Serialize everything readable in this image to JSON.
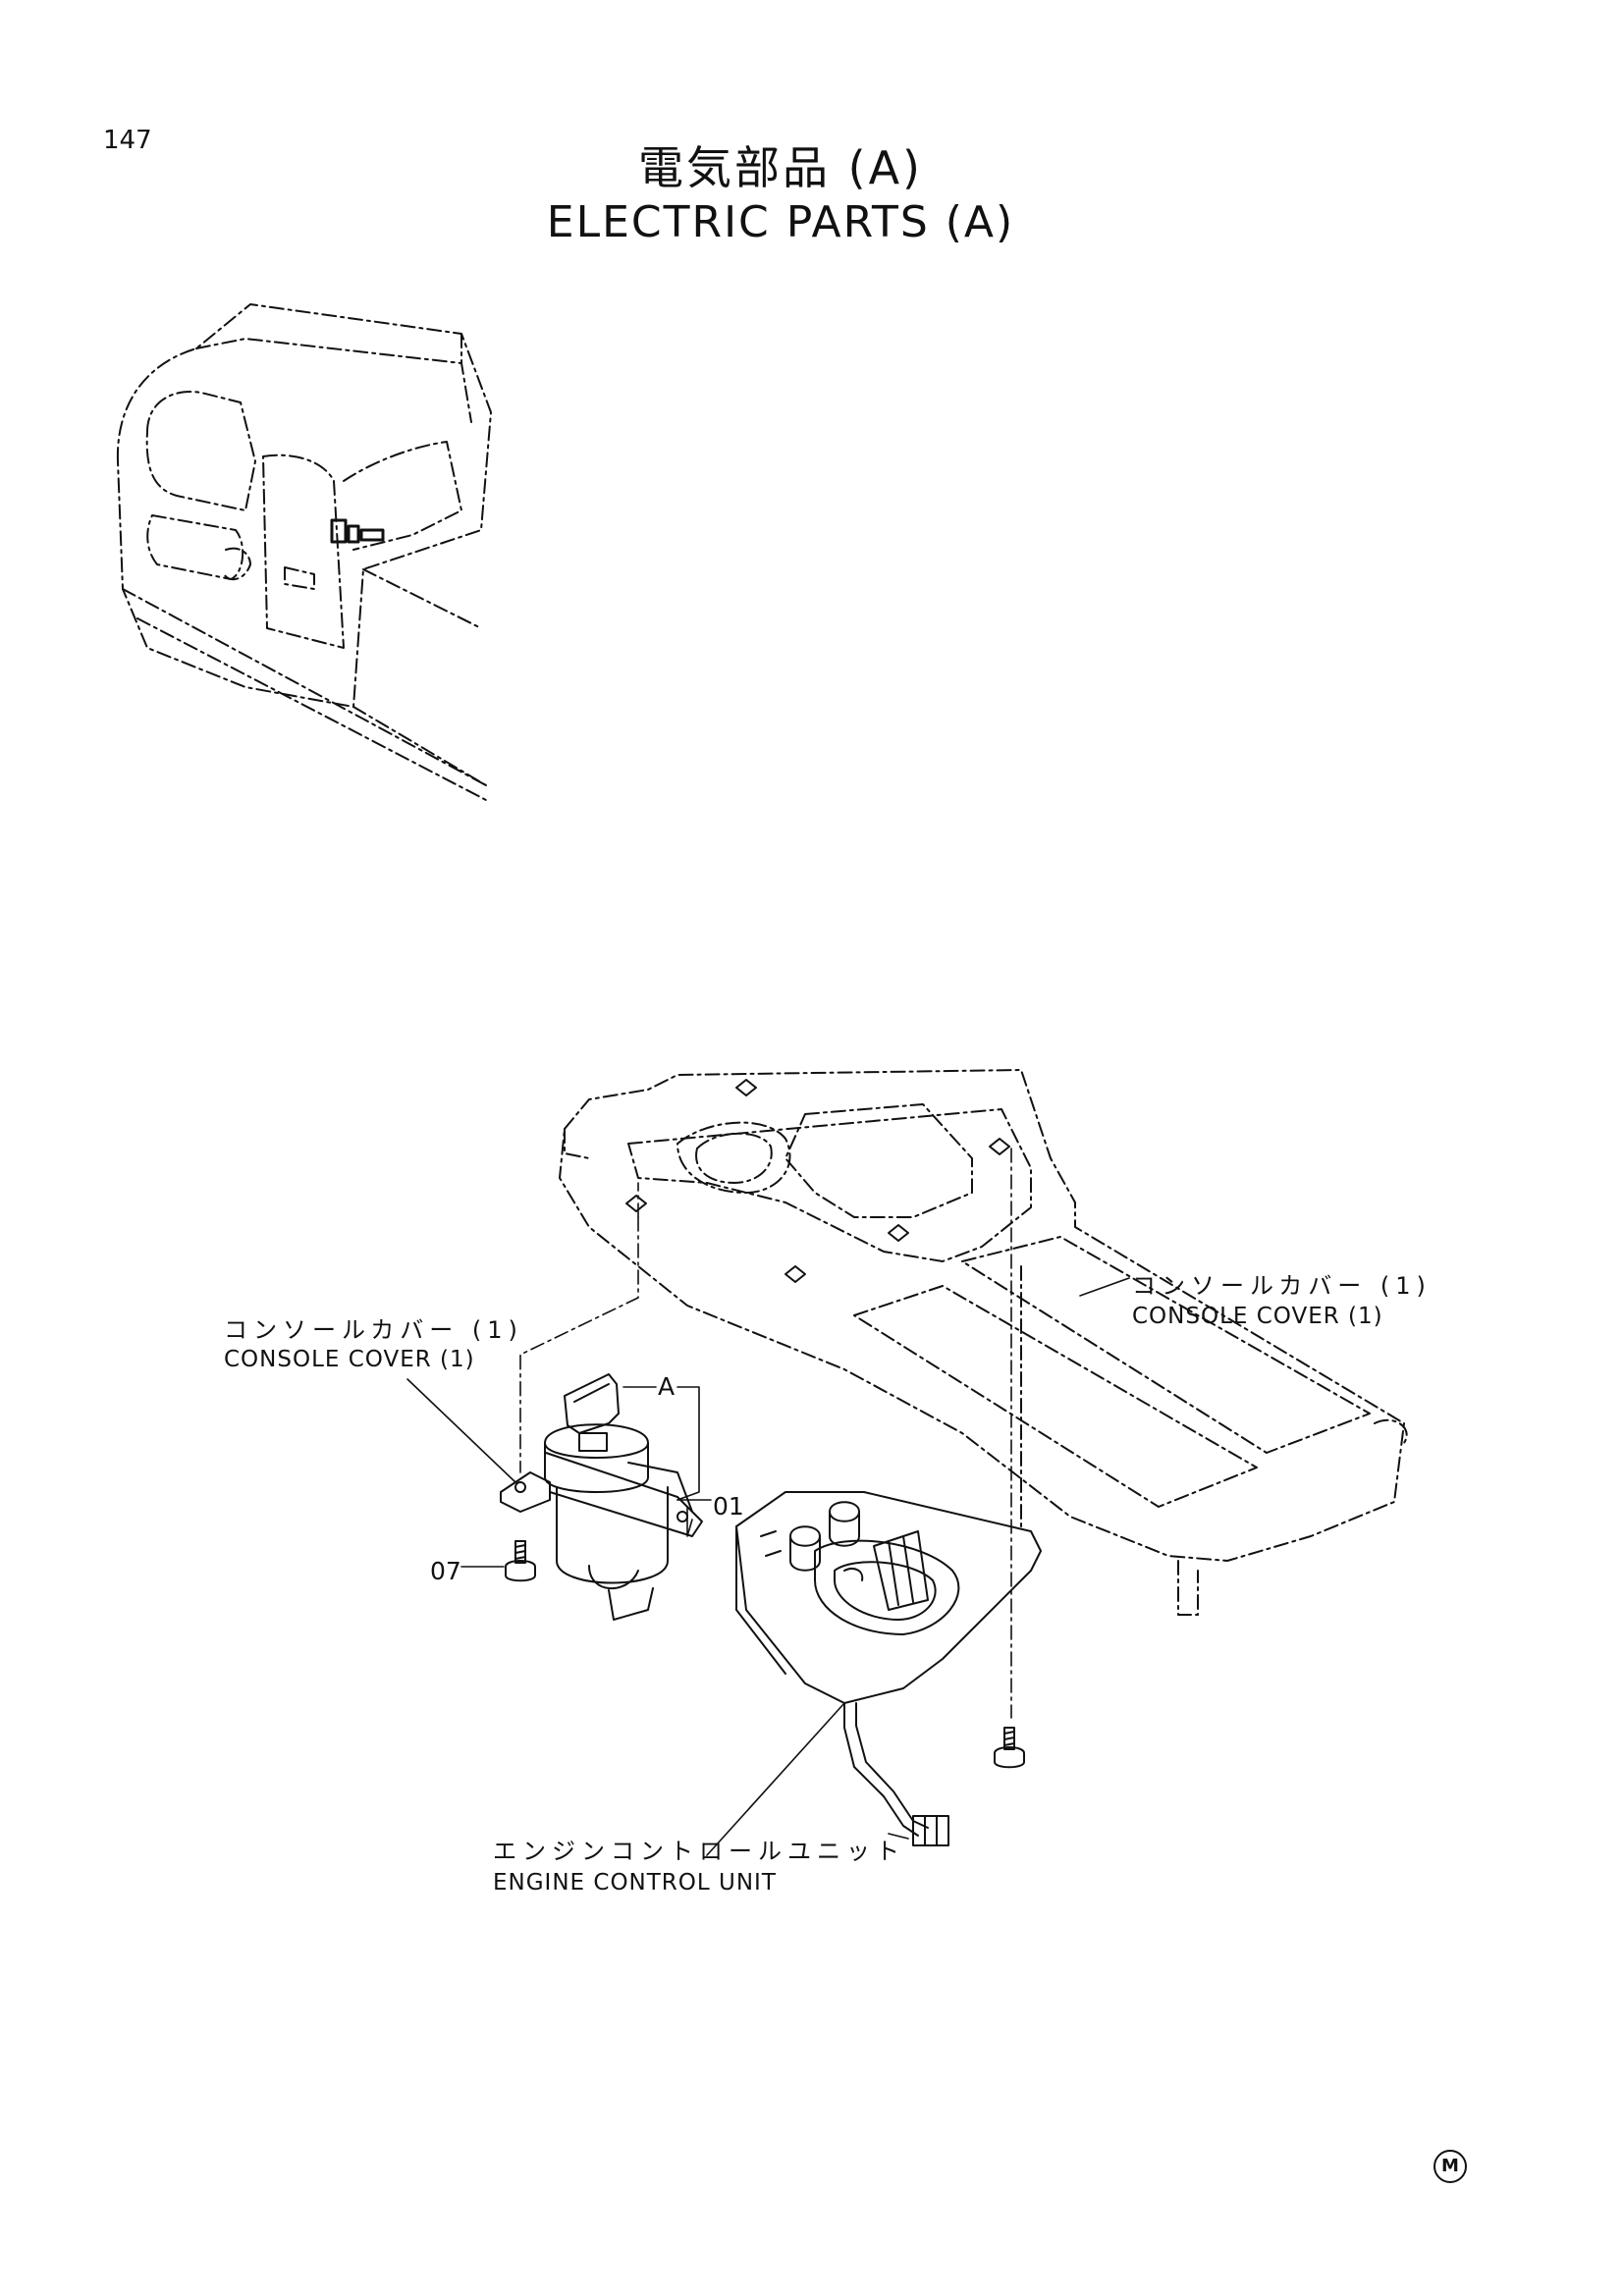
{
  "page": {
    "number": "147"
  },
  "title": {
    "jp": "電気部品 (A)",
    "en": "ELECTRIC PARTS (A)"
  },
  "labels": {
    "console_cover_left": {
      "jp": "コンソールカバー (1)",
      "en": "CONSOLE COVER (1)"
    },
    "console_cover_right": {
      "jp": "コンソールカバー (1)",
      "en": "CONSOLE COVER (1)"
    },
    "engine_control_unit": {
      "jp": "エンジンコントロールユニット",
      "en": "ENGINE CONTROL UNIT"
    }
  },
  "callouts": {
    "a": "A",
    "part_01": "01",
    "part_07": "07"
  },
  "maker_mark": "M",
  "colors": {
    "ink": "#111111",
    "background": "#ffffff"
  }
}
